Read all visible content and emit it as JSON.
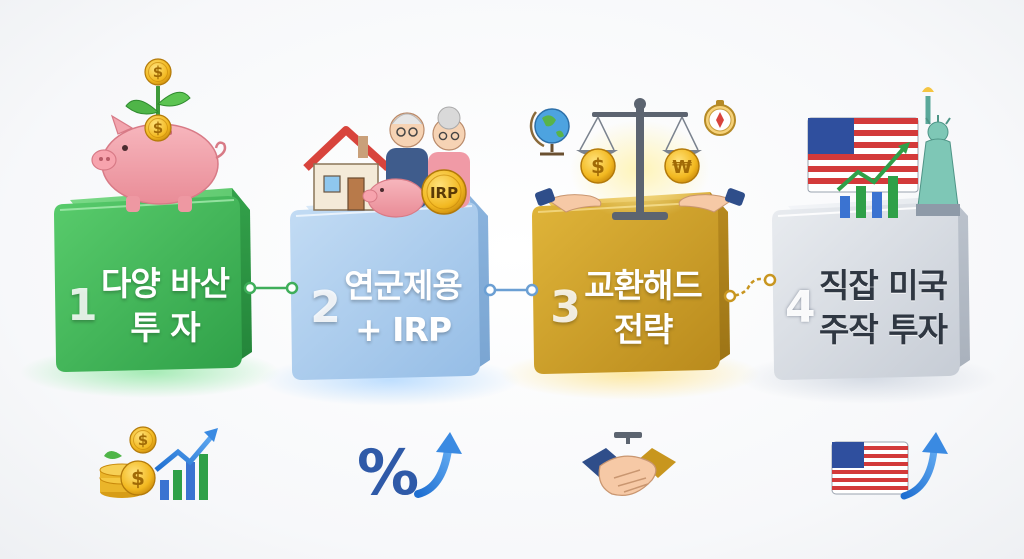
{
  "steps": [
    {
      "number": "1",
      "line1": "다양 바산",
      "line2": "투 자",
      "color": "#43b95a"
    },
    {
      "number": "2",
      "line1": "연군제용",
      "line2": "+ IRP",
      "color": "#a9cbec"
    },
    {
      "number": "3",
      "line1": "교환해드",
      "line2": "전략",
      "color": "#d3a52c"
    },
    {
      "number": "4",
      "line1": "직잡 미국",
      "line2": "주작 투자",
      "color": "#d4d9e0"
    }
  ],
  "badges": {
    "irp": "IRP",
    "percent": "%",
    "dollar": "$",
    "won": "₩"
  },
  "icons": {
    "step1_top": "piggy-bank-money-plant-icon",
    "step2_top": "house-retired-couple-piggy-bank-icon",
    "step3_top": "balance-scale-globe-compass-icon",
    "step4_top": "us-flag-statue-of-liberty-chart-icon",
    "step1_bottom": "coins-growth-chart-icon",
    "step2_bottom": "percent-up-arrow-icon",
    "step3_bottom": "handshake-icon",
    "step4_bottom": "us-flag-up-arrow-icon"
  }
}
